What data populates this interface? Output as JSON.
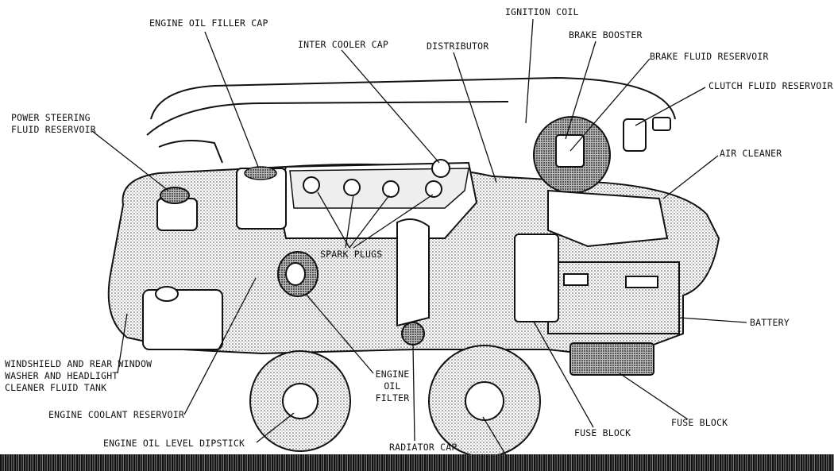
{
  "labels": {
    "engine_oil_filler_cap": "ENGINE OIL FILLER CAP",
    "ignition_coil": "IGNITION COIL",
    "brake_booster": "BRAKE BOOSTER",
    "inter_cooler_cap": "INTER COOLER CAP",
    "distributor": "DISTRIBUTOR",
    "brake_fluid_reservoir": "BRAKE FLUID RESERVOIR",
    "clutch_fluid_reservoir": "CLUTCH FLUID RESERVOIR",
    "power_steering": [
      "POWER STEERING",
      "FLUID RESERVOIR"
    ],
    "air_cleaner": "AIR CLEANER",
    "spark_plugs": "SPARK PLUGS",
    "battery": "BATTERY",
    "washer_tank": [
      "WINDSHIELD AND REAR WINDOW",
      "WASHER AND HEADLIGHT",
      "CLEANER FLUID TANK"
    ],
    "engine_oil_filter": [
      "ENGINE",
      "OIL",
      "FILTER"
    ],
    "engine_coolant_reservoir": "ENGINE COOLANT RESERVOIR",
    "fuse_block_center": "FUSE BLOCK",
    "fuse_block_right": "FUSE BLOCK",
    "engine_oil_level_dipstick": "ENGINE OIL LEVEL DIPSTICK",
    "radiator_cap": "RADIATOR CAP"
  }
}
